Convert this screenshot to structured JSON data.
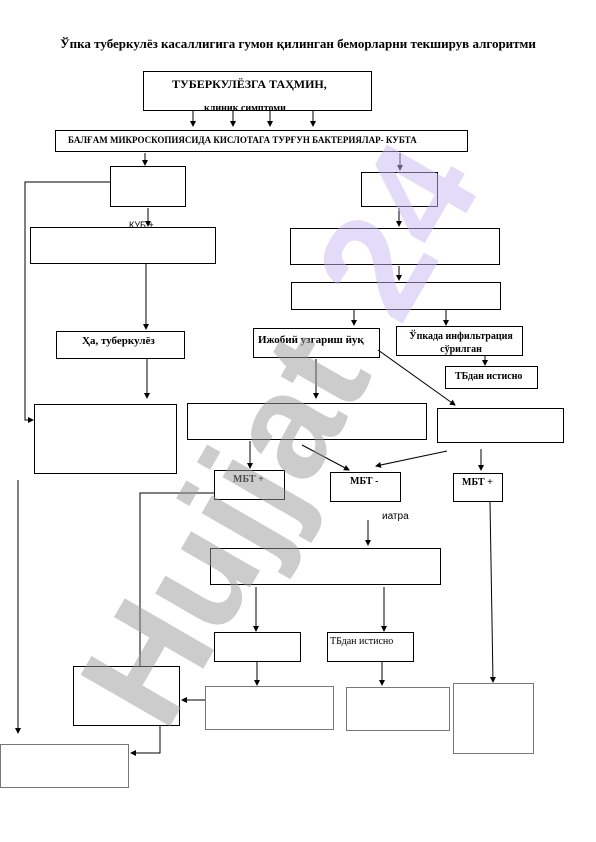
{
  "title": "Ўпка туберкулёз касаллигига гумон қилинган беморларни текширув алгоритми",
  "watermark": "Hujjat24",
  "colors": {
    "watermark_gray": "#9a9a9a",
    "watermark_violet": "#c9b8f2"
  },
  "nodes": {
    "suspect": "ТУБЕРКУЛЁЗГА ТАҲМИН,",
    "clinical": "клиник симптоми",
    "sputum": "БАЛҒАМ МИКРОСКОПИЯСИДА КИСЛОТАГА ТУРҒУН БАКТЕРИЯЛАР- КУБТА",
    "kub_plus": "КУБ      +",
    "yes_tb": "Ҳа, туберкулёз",
    "positive_change": "Ижобий узгариш йуқ",
    "infiltration": "Ўпкада инфильтрация сўрилган",
    "tb_excluded_1": "ТБдан истисно",
    "mbt_plus_1": "МБТ +",
    "mbt_minus": "МБТ -",
    "mbt_plus_2": "МБТ +",
    "iatra": "иатра",
    "tb_excluded_2": "ТБдан истисно"
  }
}
